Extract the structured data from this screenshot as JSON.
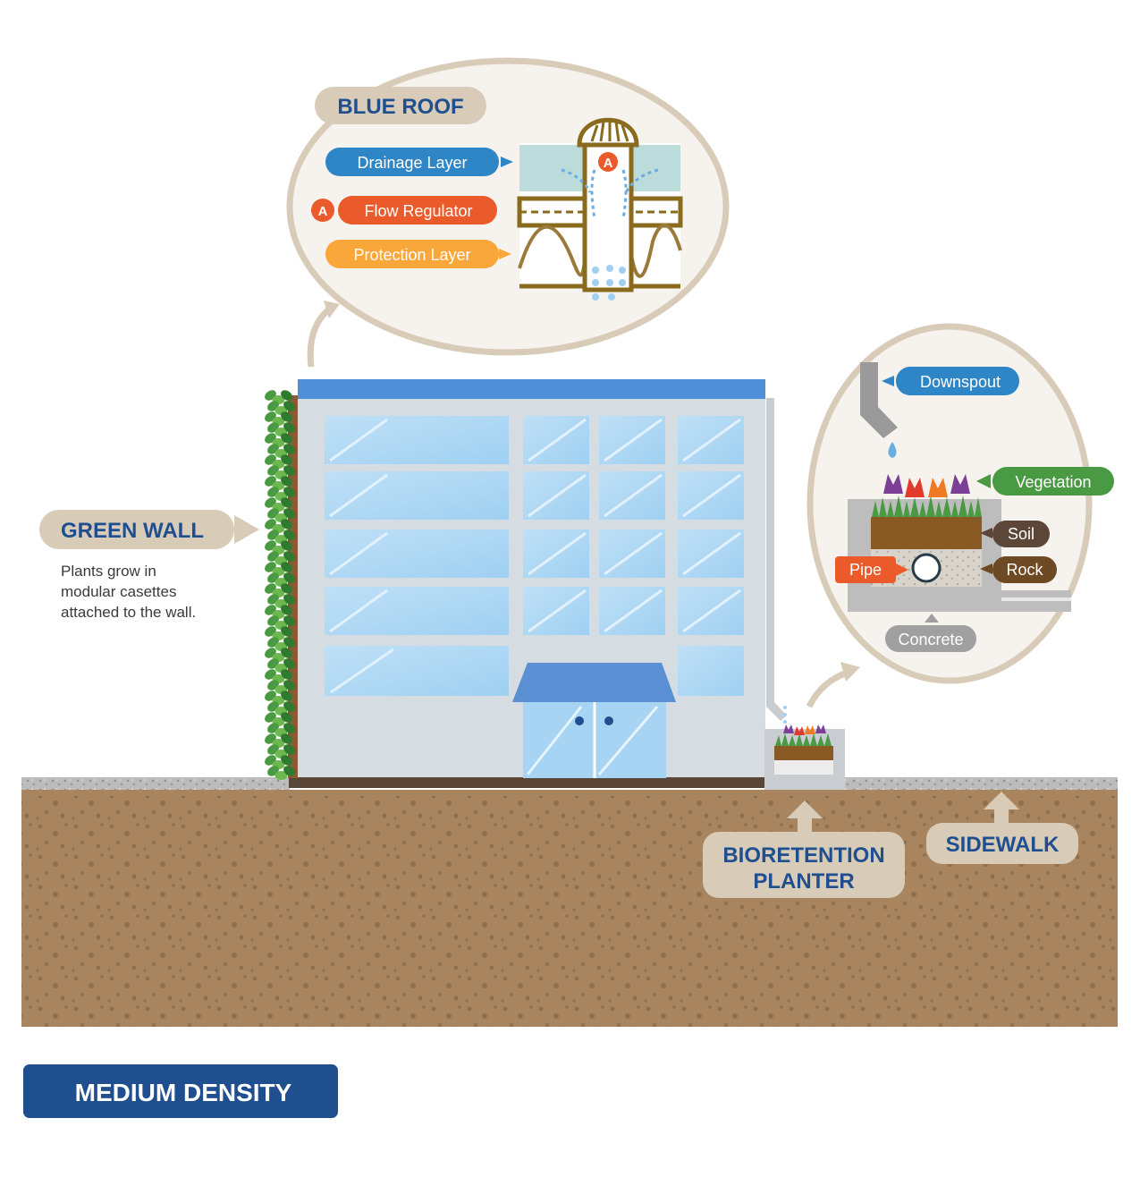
{
  "blue_roof": {
    "title": "BLUE ROOF",
    "drainage_label": "Drainage Layer",
    "flow_marker": "A",
    "flow_label": "Flow Regulator",
    "protection_label": "Protection Layer"
  },
  "green_wall": {
    "title": "GREEN WALL",
    "description": [
      "Plants grow in",
      "modular casettes",
      "attached to the wall."
    ]
  },
  "bioretention": {
    "downspout_label": "Downspout",
    "vegetation_label": "Vegetation",
    "soil_label": "Soil",
    "pipe_label": "Pipe",
    "rock_label": "Rock",
    "concrete_label": "Concrete",
    "planter_title": [
      "BIORETENTION",
      "PLANTER"
    ]
  },
  "sidewalk_title": "SIDEWALK",
  "density_badge": "MEDIUM DENSITY",
  "colors": {
    "navy": "#1f4f8f",
    "label_blue": "#2f86c6",
    "orange_red": "#ea5a2a",
    "orange": "#f9a63a",
    "green": "#4a9a44",
    "brown_dark": "#5b4637",
    "brown_label": "#6e4a24",
    "soil": "#a9855f",
    "beige": "#d8cbb8",
    "bubble_fill": "#f6f3ee",
    "roof_blue": "#4e8fd8",
    "badge": "#1f4f8f"
  },
  "icons": {
    "roof_drain": "roof-drain-icon",
    "flower": "tulip-icon",
    "pipe": "pipe-circle-icon",
    "water": "water-drop-icon"
  }
}
